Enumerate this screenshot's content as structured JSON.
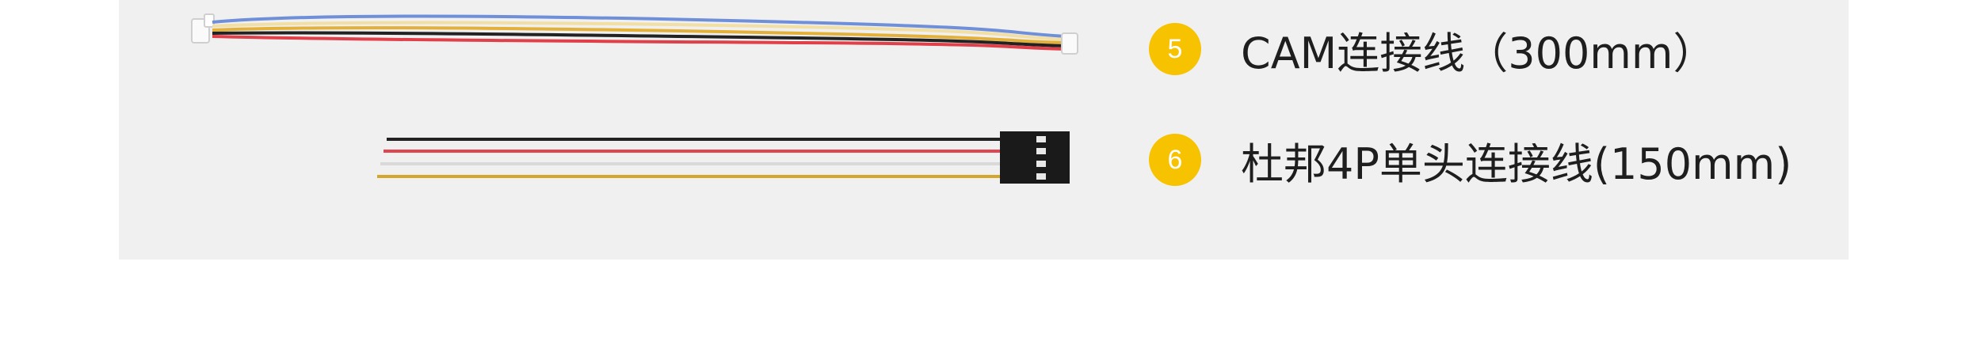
{
  "colors": {
    "panel": "#f0f0f0",
    "badge": "#f7c200",
    "text": "#1e1e1e"
  },
  "items": [
    {
      "number": "5",
      "label": "CAM连接线（300mm）",
      "icon": "cam-cable-illustration"
    },
    {
      "number": "6",
      "label": "杜邦4P单头连接线(150mm)",
      "icon": "dupont-4p-cable-illustration"
    }
  ]
}
